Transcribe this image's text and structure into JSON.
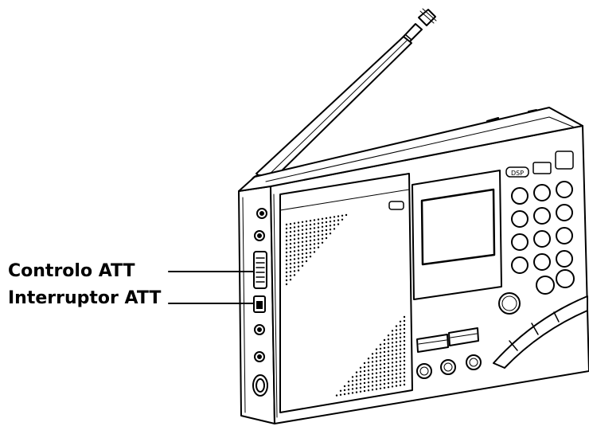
{
  "labels": {
    "att_control": "Controlo ATT",
    "att_switch": "Interruptor ATT"
  },
  "panel_badge": "DSP"
}
